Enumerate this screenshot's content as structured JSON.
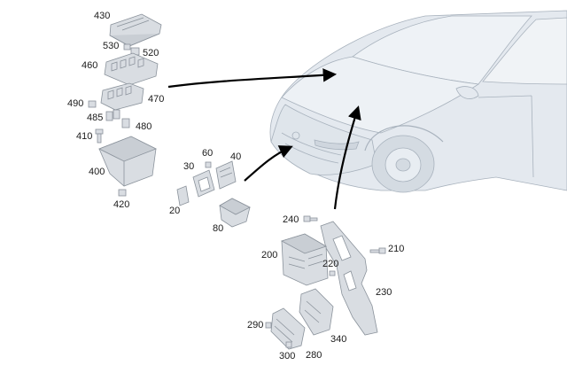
{
  "diagram": {
    "part_numbers": {
      "p430": "430",
      "p530": "530",
      "p520": "520",
      "p460": "460",
      "p470": "470",
      "p490": "490",
      "p485": "485",
      "p480": "480",
      "p410": "410",
      "p400": "400",
      "p420": "420",
      "p60": "60",
      "p40": "40",
      "p30": "30",
      "p20": "20",
      "p80": "80",
      "p240": "240",
      "p210": "210",
      "p200": "200",
      "p220": "220",
      "p230": "230",
      "p290": "290",
      "p340": "340",
      "p300": "300",
      "p280": "280"
    },
    "colors": {
      "part_fill": "#d9dde2",
      "part_stroke": "#8a929b",
      "car_fill": "#e4e9ef",
      "car_stroke": "#a8b2bd",
      "arrow": "#000000",
      "label": "#1a1a1a"
    }
  }
}
